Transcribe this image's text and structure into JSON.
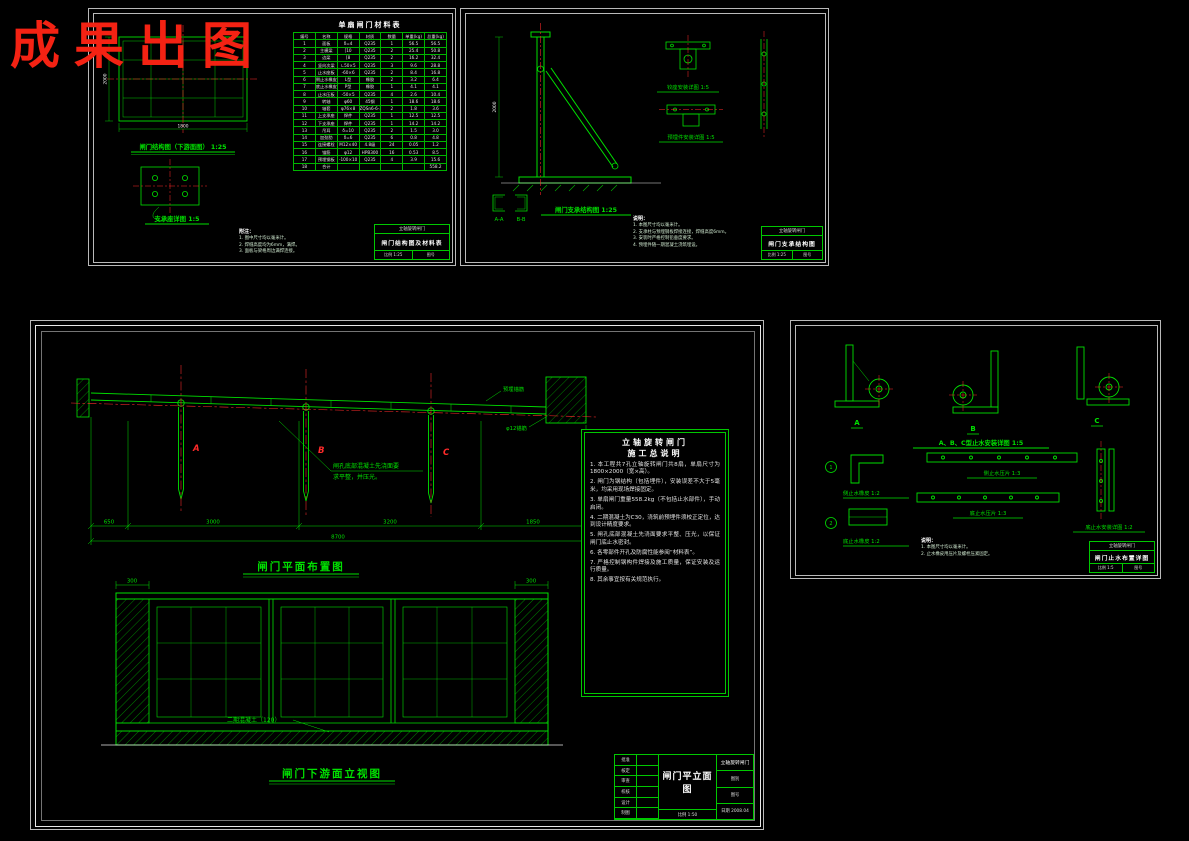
{
  "stamp": "成果出图",
  "colors": {
    "background": "#000000",
    "line_green": "#00e000",
    "line_red": "#ff2a2a",
    "line_white": "#e8e8e8",
    "stamp_red": "#f42213"
  },
  "sheetA": {
    "labels": {
      "main": "闸门结构图（下游面图） 1:25",
      "detail": "支承座详图 1:5"
    },
    "dims": {
      "width": "1800",
      "height": "2000"
    },
    "table": {
      "title": "单扇闸门材料表",
      "headers": [
        "编号",
        "名称",
        "规格",
        "材质",
        "数量",
        "单重(kg)",
        "总重(kg)"
      ],
      "rows": [
        [
          "1",
          "面板",
          "δ=4",
          "Q235",
          "1",
          "56.5",
          "56.5"
        ],
        [
          "2",
          "主横梁",
          "[10",
          "Q235",
          "2",
          "25.4",
          "50.8"
        ],
        [
          "3",
          "边梁",
          "[8",
          "Q235",
          "2",
          "16.2",
          "32.4"
        ],
        [
          "4",
          "竖向次梁",
          "∟50×5",
          "Q235",
          "3",
          "9.6",
          "28.8"
        ],
        [
          "5",
          "止水座板",
          "-60×6",
          "Q235",
          "2",
          "8.4",
          "16.8"
        ],
        [
          "6",
          "侧止水橡皮",
          "L型",
          "橡胶",
          "2",
          "3.2",
          "6.4"
        ],
        [
          "7",
          "底止水橡皮",
          "P型",
          "橡胶",
          "1",
          "4.1",
          "4.1"
        ],
        [
          "8",
          "止水压板",
          "-50×5",
          "Q235",
          "4",
          "2.6",
          "10.4"
        ],
        [
          "9",
          "转轴",
          "φ60",
          "45钢",
          "1",
          "18.6",
          "18.6"
        ],
        [
          "10",
          "轴套",
          "φ76×8",
          "ZQSn6-6-3",
          "2",
          "1.8",
          "3.6"
        ],
        [
          "11",
          "上支承座",
          "焊件",
          "Q235",
          "1",
          "12.5",
          "12.5"
        ],
        [
          "12",
          "下支承座",
          "焊件",
          "Q235",
          "1",
          "14.2",
          "14.2"
        ],
        [
          "13",
          "吊耳",
          "δ=10",
          "Q235",
          "2",
          "1.5",
          "3.0"
        ],
        [
          "14",
          "加劲肋",
          "δ=6",
          "Q235",
          "6",
          "0.8",
          "4.8"
        ],
        [
          "15",
          "连接螺栓",
          "M12×40",
          "4.8级",
          "24",
          "0.05",
          "1.2"
        ],
        [
          "16",
          "锚筋",
          "φ12",
          "HPB300",
          "16",
          "0.53",
          "8.5"
        ],
        [
          "17",
          "预埋钢板",
          "-100×10",
          "Q235",
          "4",
          "3.9",
          "15.6"
        ],
        [
          "18",
          "合计",
          "",
          "",
          "",
          "",
          "558.2"
        ]
      ]
    },
    "notes": {
      "title": "附注：",
      "items": [
        "1. 图中尺寸均以毫米计。",
        "2. 焊缝高度均为6mm，满焊。",
        "3. 面板与梁格周边满焊连接。"
      ]
    },
    "titleblock": {
      "project": "立轴旋转闸门",
      "name": "闸门结构图及材料表",
      "scale": "比例 1:25",
      "no": "图号"
    }
  },
  "sheetB": {
    "labels": {
      "main": "闸门支承结构图 1:25",
      "detail1": "铰座安装详图 1:5",
      "detail2": "预埋件安装详图 1:5",
      "section1": "A-A",
      "section2": "B-B"
    },
    "dims": {
      "height": "2000"
    },
    "notes": {
      "title": "说明：",
      "items": [
        "1. 本图尺寸均以毫米计。",
        "2. 支承柱与预埋钢板焊接连接，焊缝高度6mm。",
        "3. 安装时严格控制铅垂度要求。",
        "4. 预埋件随一期混凝土浇筑埋设。"
      ]
    },
    "titleblock": {
      "project": "立轴旋转闸门",
      "name": "闸门支承结构图",
      "scale": "比例 1:25",
      "no": "图号"
    }
  },
  "sheetC": {
    "plan": {
      "title": "闸门平面布置图",
      "gate_letters": [
        "A",
        "B",
        "C"
      ],
      "anno_line1": "闸孔底部混凝土先浇面要",
      "anno_line2": "求平整，并压光。",
      "anchor1": "预埋锚筋",
      "anchor2": "φ12锚筋",
      "dims": [
        "650",
        "3000",
        "3200",
        "1850"
      ],
      "total": "8700"
    },
    "elev": {
      "title": "闸门下游面立视图",
      "concrete_label": "二期混凝土（120）",
      "dim_left": "300",
      "dim_right": "300"
    },
    "notes": {
      "title1": "立轴旋转闸门",
      "title2": "施工总说明",
      "items": [
        "1. 本工程共7孔立轴旋转闸门共8扇，单扇尺寸为1800×2000（宽×高）。",
        "2. 闸门为钢结构（包括埋件），安装误差不大于5毫米，均采用现场焊接固定。",
        "3. 单扇闸门重量558.2kg（不包括止水部件），手动启闭。",
        "4. 二期混凝土为C30，浇筑前预埋件须校正定位，达到设计精度要求。",
        "5. 闸孔底部混凝土先浇面要求平整、压光，以保证闸门底止水密封。",
        "6. 各零部件开孔及防腐性能参阅“材料表”。",
        "7. 严格控制钢构件焊接及施工质量，保证安装及运行质量。",
        "8. 其余事宜按有关规范执行。"
      ]
    },
    "titleblock": {
      "left_rows": [
        "批准",
        "核定",
        "审查",
        "校核",
        "设计",
        "制图"
      ],
      "name": "闸门平立面图",
      "project": "立轴旋转闸门",
      "type_label": "图别",
      "no_label": "图号",
      "scale": "比例 1:50",
      "date": "日期 2008.04"
    }
  },
  "sheetD": {
    "caption": "A、B、C型止水安装详图 1:5",
    "letters": [
      "A",
      "B",
      "C"
    ],
    "item1": {
      "num": "1",
      "label": "侧止水橡皮 1:2"
    },
    "item2": {
      "num": "2",
      "label": "底止水橡皮 1:2"
    },
    "strip1": "侧止水压片 1:3",
    "strip2": "底止水压片 1:3",
    "detail": "底止水安装详图 1:2",
    "notes": {
      "title": "说明：",
      "items": [
        "1. 本图尺寸均以毫米计。",
        "2. 止水橡皮用压片及螺栓压紧固定。"
      ]
    },
    "titleblock": {
      "project": "立轴旋转闸门",
      "name": "闸门止水布置详图",
      "scale": "比例 1:5",
      "no": "图号"
    }
  }
}
